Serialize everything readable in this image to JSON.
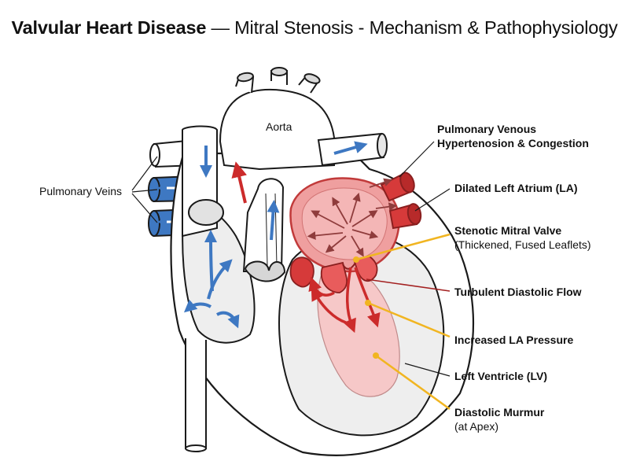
{
  "title": {
    "bold": "Valvular Heart Disease",
    "rest": " — Mitral Stenosis - Mechanism & Pathophysiology"
  },
  "labels": {
    "aorta": "Aorta",
    "pulmonary_veins": "Pulmonary Veins",
    "pulm_venous_line1": "Pulmonary Venous",
    "pulm_venous_line2": "Hypertenosion & Congestion",
    "dilated_la": "Dilated Left Atrium (LA)",
    "stenotic_valve": "Stenotic Mitral Valve",
    "stenotic_valve_sub": "(Thickened, Fused Leaflets)",
    "turbulent_flow": "Turbulent Diastolic Flow",
    "increased_la_pressure": "Increased LA Pressure",
    "left_ventricle": "Left Ventricle (LV)",
    "murmur": "Diastolic Murmur",
    "murmur_sub": "(at Apex)"
  },
  "colors": {
    "outline": "#1a1a1a",
    "tissue": "#ffffff",
    "chamber_fill": "#eeeeee",
    "pink_fill": "#f6c8c8",
    "atrium_fill": "#ef9f9f",
    "red": "#cc2b2b",
    "blue": "#3e78c2",
    "yellow": "#f1b521",
    "dark_red_line": "#a32020"
  }
}
